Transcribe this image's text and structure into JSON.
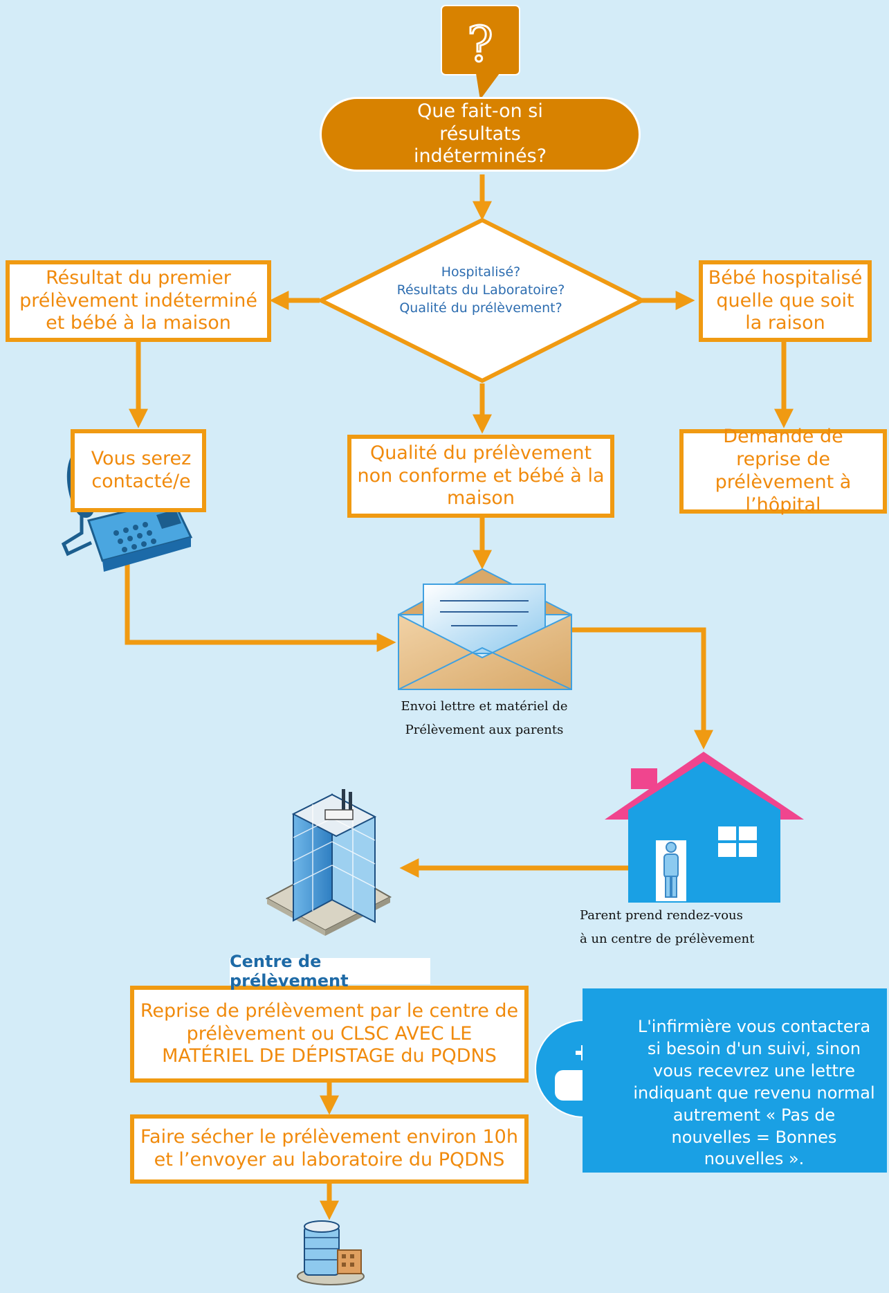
{
  "header": {
    "question_icon": "question-mark-icon"
  },
  "start": {
    "text": "Que fait-on si résultats indéterminés?"
  },
  "decision": {
    "lines": [
      "Hospitalisé?",
      "Résultats du Laboratoire?",
      "Qualité du prélèvement?"
    ]
  },
  "boxes": {
    "premier_indetermine": "Résultat du premier prélèvement  indéterminé et bébé à la maison",
    "bebe_hospitalise": "Bébé hospitalisé quelle que soit la raison",
    "vous_serez_contacte": "Vous serez contacté/e",
    "qualite_non_conforme": "Qualité du prélèvement non conforme et bébé à la maison",
    "demande_reprise": "Demande de reprise de prélèvement à l’hôpital",
    "reprise_centre": "Reprise de prélèvement par le centre de prélèvement ou CLSC AVEC LE MATÉRIEL DE DÉPISTAGE du PQDNS",
    "faire_secher": "Faire sécher le prélèvement environ 10h et l’envoyer au laboratoire du PQDNS"
  },
  "captions": {
    "envoi_line1": "Envoi lettre et matériel de",
    "envoi_line2": "Prélèvement aux parents",
    "parent_line1": "Parent prend rendez-vous",
    "parent_line2": "à un centre de prélèvement",
    "centre": "Centre de prélèvement"
  },
  "note": {
    "text": "L'infirmière vous contactera si besoin d'un suivi, sinon vous recevrez une lettre indiquant que revenu normal autrement « Pas de nouvelles = Bonnes nouvelles ».",
    "icon": "chat-plus-icon"
  },
  "icons": [
    "telephone-icon",
    "envelope-icon",
    "house-icon",
    "office-building-icon",
    "laboratory-building-icon"
  ],
  "colors": {
    "background": "#d4ecf8",
    "orange": "#f09a12",
    "dark_orange": "#d88200",
    "blue_text": "#2d6db0",
    "note_blue": "#1aa0e4",
    "house_blue": "#1aa0e4",
    "roof_pink": "#f0458e"
  }
}
